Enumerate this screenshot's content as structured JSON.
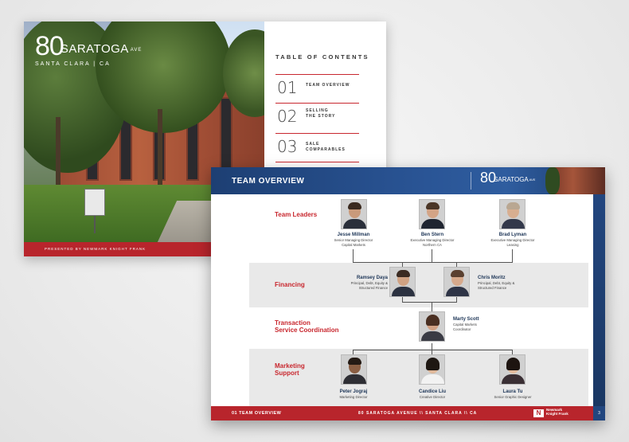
{
  "cover": {
    "logo_number": "80",
    "logo_name": "SARATOGA",
    "logo_ave": "AVE",
    "city": "SANTA CLARA | CA",
    "footer": "PRESENTED BY NEWMARK KNIGHT FRANK"
  },
  "toc": {
    "title": "TABLE OF CONTENTS",
    "items": [
      {
        "num": "01",
        "label": "TEAM OVERVIEW"
      },
      {
        "num": "02",
        "label": "SELLING\nTHE STORY"
      },
      {
        "num": "03",
        "label": "SALE COMPARABLES"
      }
    ]
  },
  "slide": {
    "title": "TEAM OVERVIEW",
    "logo_number": "80",
    "logo_name": "SARATOGA",
    "logo_ave": "AVE",
    "footer_left": "01 TEAM OVERVIEW",
    "footer_center": "80 SARATOGA AVENUE \\\\ SANTA CLARA \\\\ CA",
    "brand_mark": "N",
    "brand_line1": "Newmark",
    "brand_line2": "Knight Frank",
    "page_number": "3"
  },
  "sections": {
    "leaders": "Team Leaders",
    "financing": "Financing",
    "transaction": "Transaction\nService Coordination",
    "marketing": "Marketing\nSupport"
  },
  "people": {
    "millman": {
      "name": "Jesse Millman",
      "role": "Senior Managing Director\nCapital Markets"
    },
    "stern": {
      "name": "Ben Stern",
      "role": "Executive Managing Director\nNorthern CA"
    },
    "lyman": {
      "name": "Brad Lyman",
      "role": "Executive Managing Director\nLeasing"
    },
    "daya": {
      "name": "Ramsey Daya",
      "role": "Principal, Debt, Equity &\nStructured Finance"
    },
    "moritz": {
      "name": "Chris Moritz",
      "role": "Principal, Debt, Equity &\nStructured Finance"
    },
    "scott": {
      "name": "Marty Scott",
      "role": "Capital Markets\nCoordinator"
    },
    "jograj": {
      "name": "Peter Jograj",
      "role": "Marketing Director"
    },
    "liu": {
      "name": "Candice Liu",
      "role": "Creative Director"
    },
    "tu": {
      "name": "Laura Tu",
      "role": "Senior Graphic Designer"
    }
  },
  "colors": {
    "accent_red": "#c8272e",
    "navy": "#1d3f73",
    "band_gray": "#e9e9e9"
  }
}
